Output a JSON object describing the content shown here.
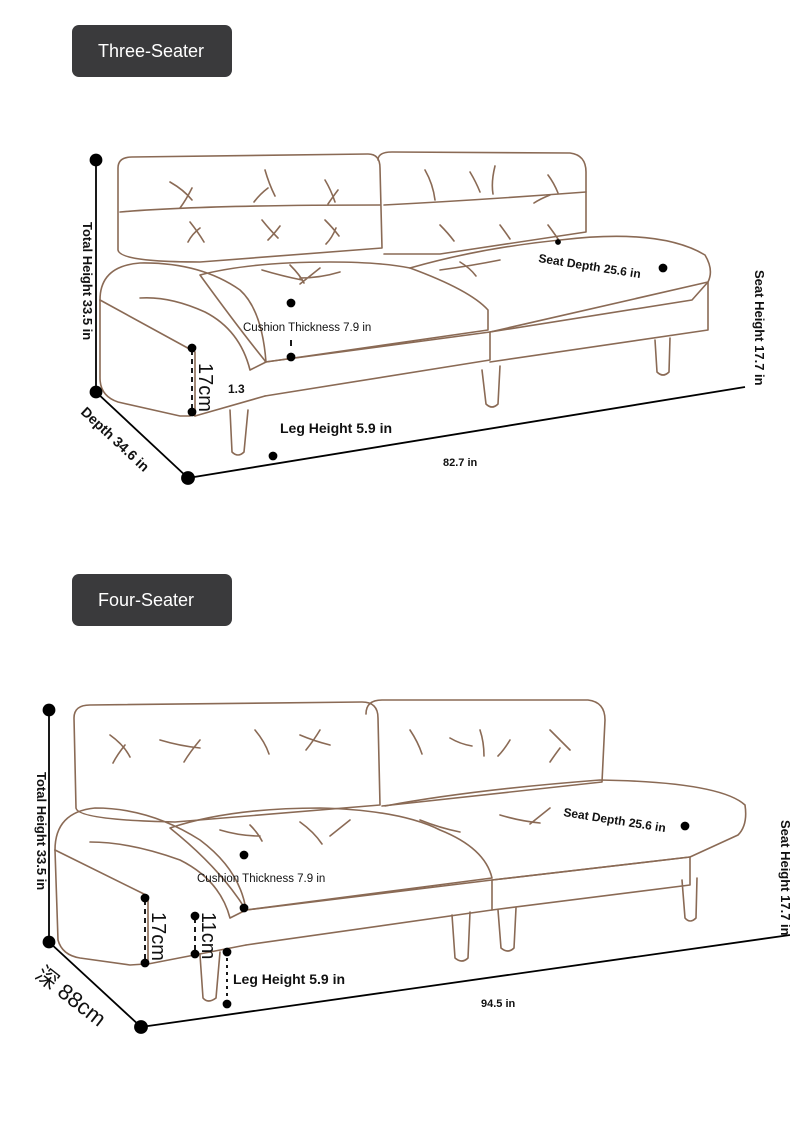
{
  "colors": {
    "outline": "#8a6a55",
    "tag_bg": "#3a3a3c",
    "tag_text": "#ffffff",
    "dim": "#000000"
  },
  "three_seater": {
    "title": "Three-Seater",
    "total_height": "Total Height 33.5 in",
    "seat_height": "Seat Height 17.7 in",
    "seat_depth": "Seat Depth 25.6 in",
    "cushion_thickness": "Cushion Thickness 7.9 in",
    "leg_height": "Leg Height 5.9 in",
    "depth": "Depth 34.6 in",
    "width": "82.7 in",
    "arm_label": "17cm",
    "small_label": "1.3"
  },
  "four_seater": {
    "title": "Four-Seater",
    "total_height": "Total Height 33.5 in",
    "seat_height": "Seat Height 17.7 in",
    "seat_depth": "Seat Depth 25.6 in",
    "cushion_thickness": "Cushion Thickness 7.9 in",
    "leg_height": "Leg Height 5.9 in",
    "depth": "深 88cm",
    "width": "94.5 in",
    "arm_label": "17cm",
    "arm_label_2": "11cm"
  }
}
